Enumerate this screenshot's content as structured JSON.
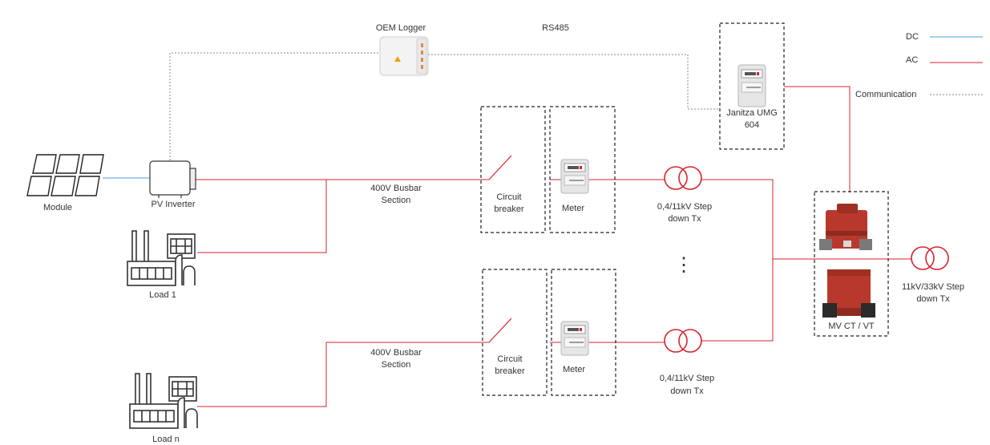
{
  "colors": {
    "dc": "#4aa3d8",
    "ac": "#d9232e",
    "communication": "#8a8a8a",
    "box_border": "#222222",
    "equipment_red": "#b8392c"
  },
  "legend": {
    "dc": "DC",
    "ac": "AC",
    "communication": "Communication"
  },
  "labels": {
    "oem_logger": "OEM Logger",
    "rs485": "RS485",
    "module": "Module",
    "pv_inverter": "PV Inverter",
    "load_1": "Load 1",
    "load_n": "Load n",
    "busbar_top_line1": "400V Busbar",
    "busbar_top_line2": "Section",
    "busbar_bottom_line1": "400V Busbar",
    "busbar_bottom_line2": "Section",
    "breaker_top_line1": "Circuit",
    "breaker_top_line2": "breaker",
    "breaker_bottom_line1": "Circuit",
    "breaker_bottom_line2": "breaker",
    "meter_top": "Meter",
    "meter_bottom": "Meter",
    "tx_top_line1": "0,4/11kV Step",
    "tx_top_line2": "down Tx",
    "tx_bottom_line1": "0,4/11kV Step",
    "tx_bottom_line2": "down Tx",
    "janitza_line1": "Janitza UMG",
    "janitza_line2": "604",
    "mv_ct_vt": "MV CT / VT",
    "tx_mv_line1": "11kV/33kV Step",
    "tx_mv_line2": "down Tx",
    "ellipsis": "⋮"
  }
}
